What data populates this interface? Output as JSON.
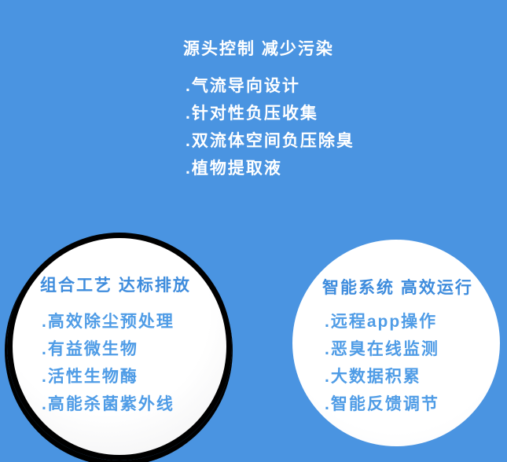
{
  "colors": {
    "background": "#4a94e1",
    "top_text": "#ffffff",
    "circle_title_text": "#3e8cdd",
    "circle_item_text": "#4f9ce6",
    "circle_fill": "#ffffff",
    "left_circle_border": "#000000"
  },
  "top_section": {
    "title": "源头控制 减少污染",
    "items": [
      ".气流导向设计",
      ".针对性负压收集",
      ".双流体空间负压除臭",
      ".植物提取液"
    ]
  },
  "left_circle": {
    "title": "组合工艺 达标排放",
    "items": [
      ".高效除尘预处理",
      ".有益微生物",
      ".活性生物酶",
      ".高能杀菌紫外线"
    ]
  },
  "right_circle": {
    "title": "智能系统 高效运行",
    "items": [
      ".远程app操作",
      ".恶臭在线监测",
      ".大数据积累",
      ".智能反馈调节"
    ]
  }
}
